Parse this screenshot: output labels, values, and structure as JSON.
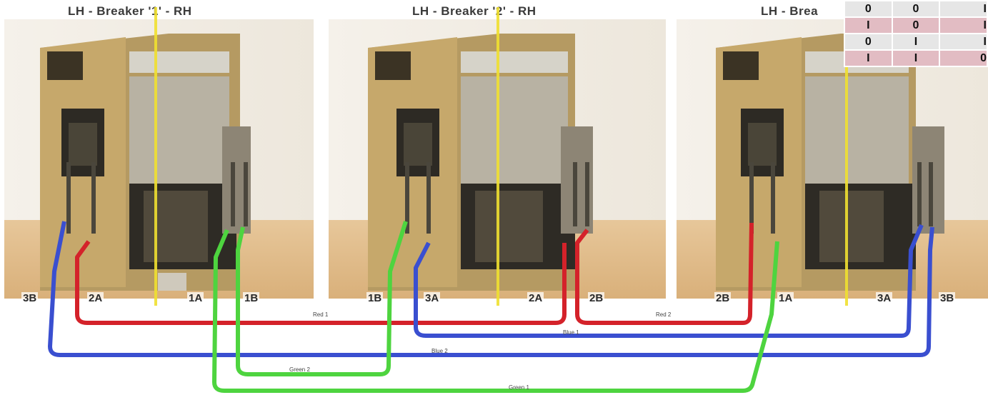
{
  "panels": [
    {
      "title": "LH -  Breaker '1' - RH"
    },
    {
      "title": "LH -  Breaker '2' - RH"
    },
    {
      "title": "LH -  Brea"
    }
  ],
  "terminals": {
    "p1": [
      "3B",
      "2A",
      "1A",
      "1B"
    ],
    "p2": [
      "1B",
      "3A",
      "2A",
      "2B"
    ],
    "p3": [
      "2B",
      "1A",
      "3A",
      "3B"
    ]
  },
  "wires": {
    "red1": "Red 1",
    "red2": "Red 2",
    "blue1": "Blue 1",
    "blue2": "Blue 2",
    "green2": "Green 2",
    "green1": "Green 1"
  },
  "wire_colors": {
    "red": "#d4222a",
    "blue": "#3a4fd0",
    "green": "#4ed43f",
    "divider": "#f0e030"
  },
  "truth_table": [
    [
      "0",
      "0",
      "I"
    ],
    [
      "I",
      "0",
      "I"
    ],
    [
      "0",
      "I",
      "I"
    ],
    [
      "I",
      "I",
      "0"
    ]
  ]
}
